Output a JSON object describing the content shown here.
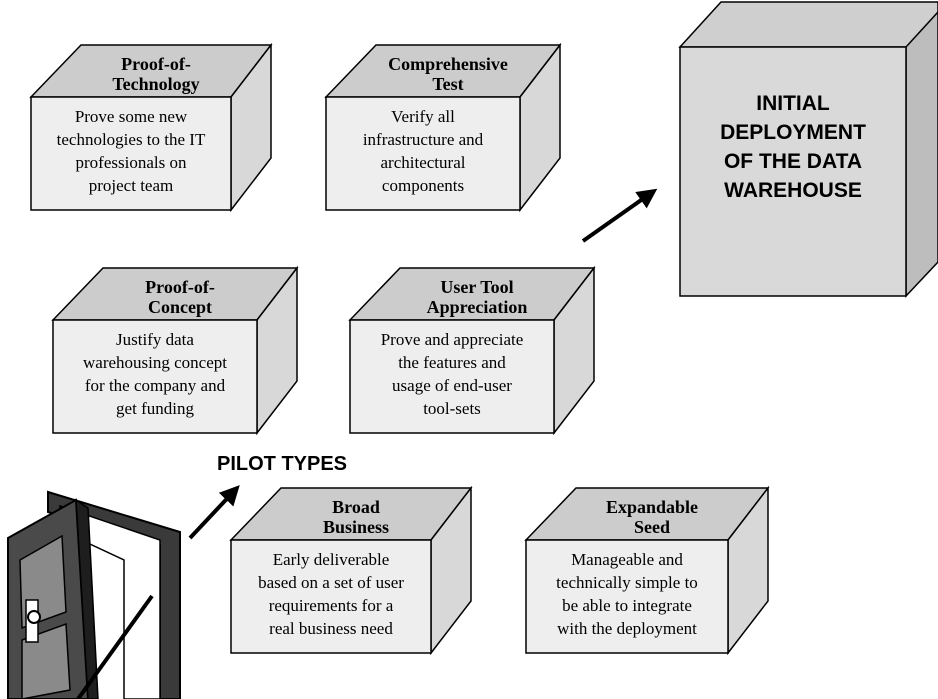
{
  "pilot_types_label": "PILOT TYPES",
  "destination": {
    "lines": [
      "INITIAL",
      "DEPLOYMENT",
      "OF THE DATA",
      "WAREHOUSE"
    ]
  },
  "pilots": [
    {
      "id": "proof-of-technology",
      "title": [
        "Proof-of-",
        "Technology"
      ],
      "body": [
        "Prove some new",
        "technologies to the IT",
        "professionals on",
        "project team"
      ]
    },
    {
      "id": "comprehensive-test",
      "title": [
        "Comprehensive",
        "Test"
      ],
      "body": [
        "Verify all",
        "infrastructure and",
        "architectural",
        "components"
      ]
    },
    {
      "id": "proof-of-concept",
      "title": [
        "Proof-of-",
        "Concept"
      ],
      "body": [
        "Justify data",
        "warehousing concept",
        "for the company and",
        "get funding"
      ]
    },
    {
      "id": "user-tool-appreciation",
      "title": [
        "User Tool",
        "Appreciation"
      ],
      "body": [
        "Prove and appreciate",
        "the features and",
        "usage of end-user",
        "tool-sets"
      ]
    },
    {
      "id": "broad-business",
      "title": [
        "Broad",
        "Business"
      ],
      "body": [
        "Early deliverable",
        "based on a set of user",
        "requirements for a",
        "real business need"
      ]
    },
    {
      "id": "expandable-seed",
      "title": [
        "Expandable",
        "Seed"
      ],
      "body": [
        "Manageable and",
        "technically simple to",
        "be able to integrate",
        "with the deployment"
      ]
    }
  ],
  "colors": {
    "box_front": "#eeeeee",
    "box_top": "#cccccc",
    "box_side": "#d8d8d8",
    "outline": "#000000"
  },
  "icons": {
    "door": "door-icon",
    "arrow": "arrow-icon"
  }
}
